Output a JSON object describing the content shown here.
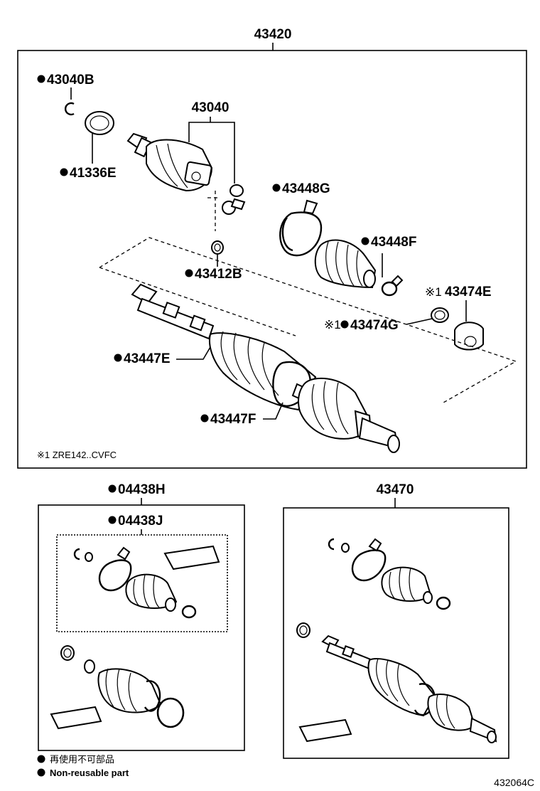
{
  "assembly": {
    "number": "43420"
  },
  "parts": {
    "p43040B": "43040B",
    "p41336E": "41336E",
    "p43040": "43040",
    "p43448G": "43448G",
    "p43448F": "43448F",
    "p43412B": "43412B",
    "p43474E": "43474E",
    "p43474G": "43474G",
    "p43447E": "43447E",
    "p43447F": "43447F",
    "p04438H": "04438H",
    "p04438J": "04438J",
    "p43470": "43470"
  },
  "note_marker": "※1",
  "note": "※1 ZRE142..CVFC",
  "legend": {
    "jp": "再使用不可部品",
    "en": "Non-reusable part"
  },
  "diagram_id": "432064C"
}
